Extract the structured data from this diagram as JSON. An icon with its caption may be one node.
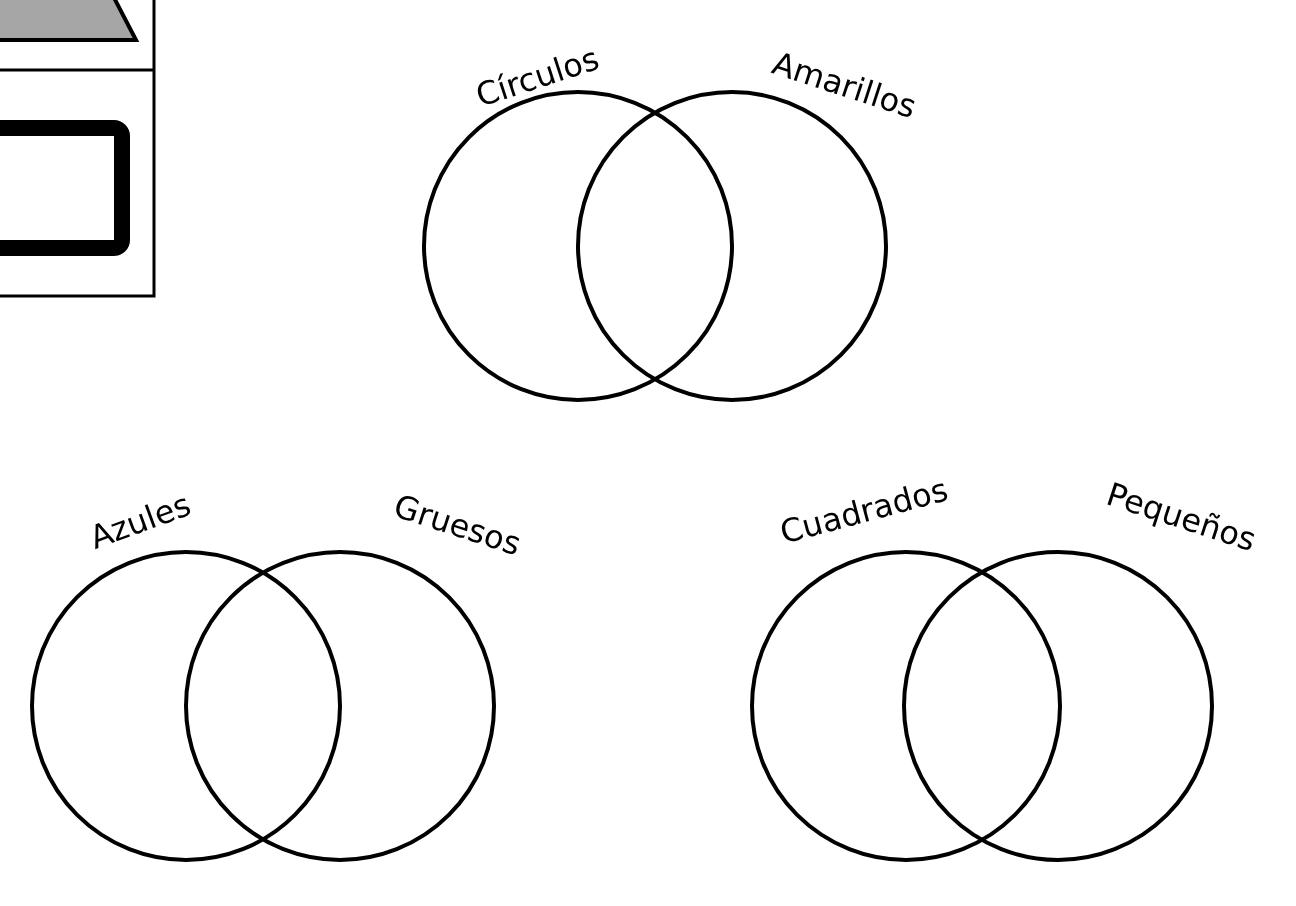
{
  "diagram": {
    "nodes": [
      {
        "text": [
          "Círculos"
        ]
      },
      {
        "text": [
          "Amarillos"
        ]
      },
      {
        "text": [
          "Azules"
        ]
      },
      {
        "text": [
          "Gruesos"
        ]
      },
      {
        "text": [
          "Cuadrados"
        ]
      },
      {
        "text": [
          "Pequeños"
        ]
      }
    ],
    "edges": []
  }
}
